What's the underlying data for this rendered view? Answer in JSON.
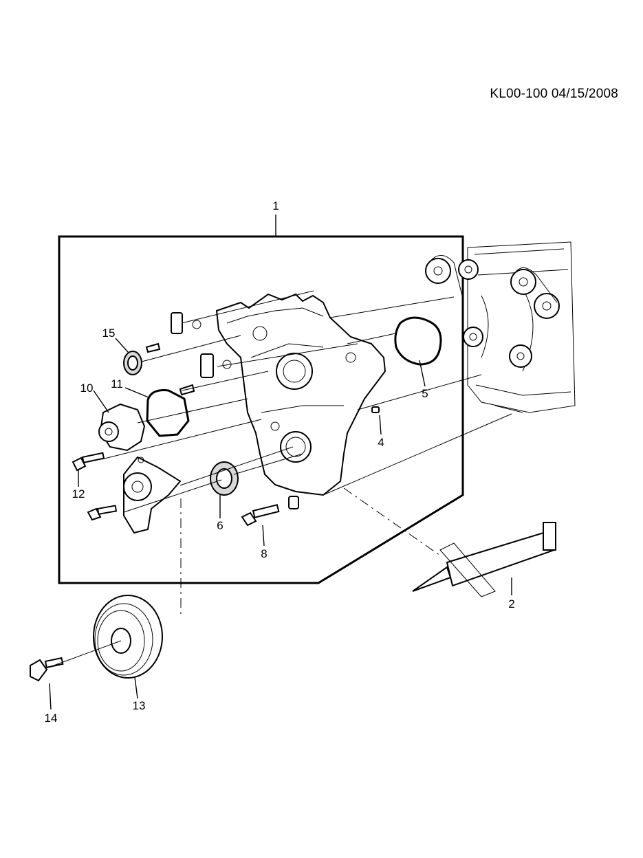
{
  "header": {
    "reference": "KL00-100  04/15/2008"
  },
  "callouts": [
    {
      "id": "c1",
      "label": "1"
    },
    {
      "id": "c2",
      "label": "2"
    },
    {
      "id": "c4",
      "label": "4"
    },
    {
      "id": "c5",
      "label": "5"
    },
    {
      "id": "c6",
      "label": "6"
    },
    {
      "id": "c8",
      "label": "8"
    },
    {
      "id": "c10",
      "label": "10"
    },
    {
      "id": "c11",
      "label": "11"
    },
    {
      "id": "c12",
      "label": "12"
    },
    {
      "id": "c13",
      "label": "13"
    },
    {
      "id": "c14",
      "label": "14"
    },
    {
      "id": "c15",
      "label": "15"
    }
  ]
}
